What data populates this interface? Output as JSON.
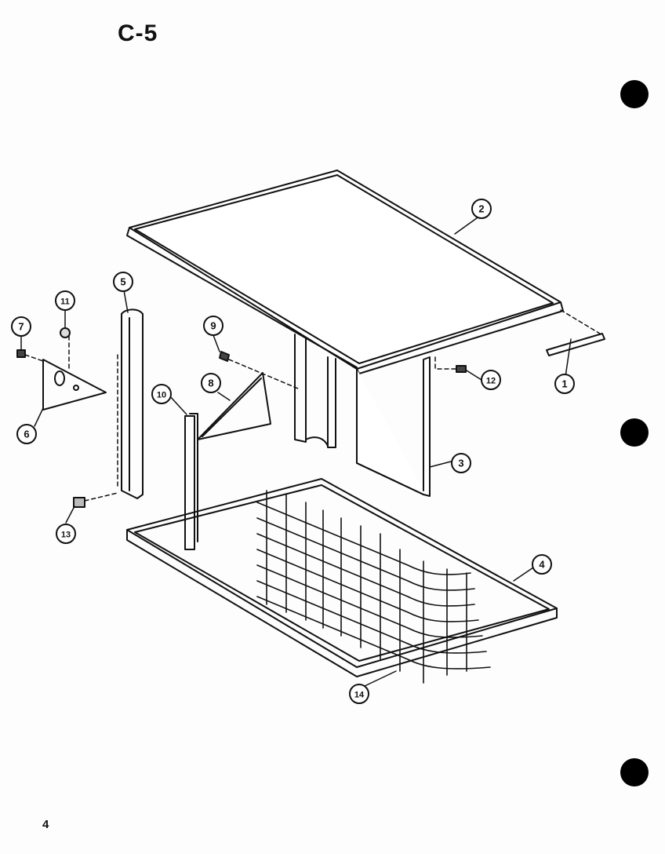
{
  "diagram": {
    "title": "C-5",
    "page_number": "4",
    "callouts": [
      {
        "id": "callout-1",
        "label": "1"
      },
      {
        "id": "callout-2",
        "label": "2"
      },
      {
        "id": "callout-3",
        "label": "3"
      },
      {
        "id": "callout-4",
        "label": "4"
      },
      {
        "id": "callout-5",
        "label": "5"
      },
      {
        "id": "callout-6",
        "label": "6"
      },
      {
        "id": "callout-7",
        "label": "7"
      },
      {
        "id": "callout-8",
        "label": "8"
      },
      {
        "id": "callout-9",
        "label": "9"
      },
      {
        "id": "callout-10",
        "label": "10"
      },
      {
        "id": "callout-11",
        "label": "11"
      },
      {
        "id": "callout-12",
        "label": "12"
      },
      {
        "id": "callout-13",
        "label": "13"
      },
      {
        "id": "callout-14",
        "label": "14"
      }
    ]
  }
}
